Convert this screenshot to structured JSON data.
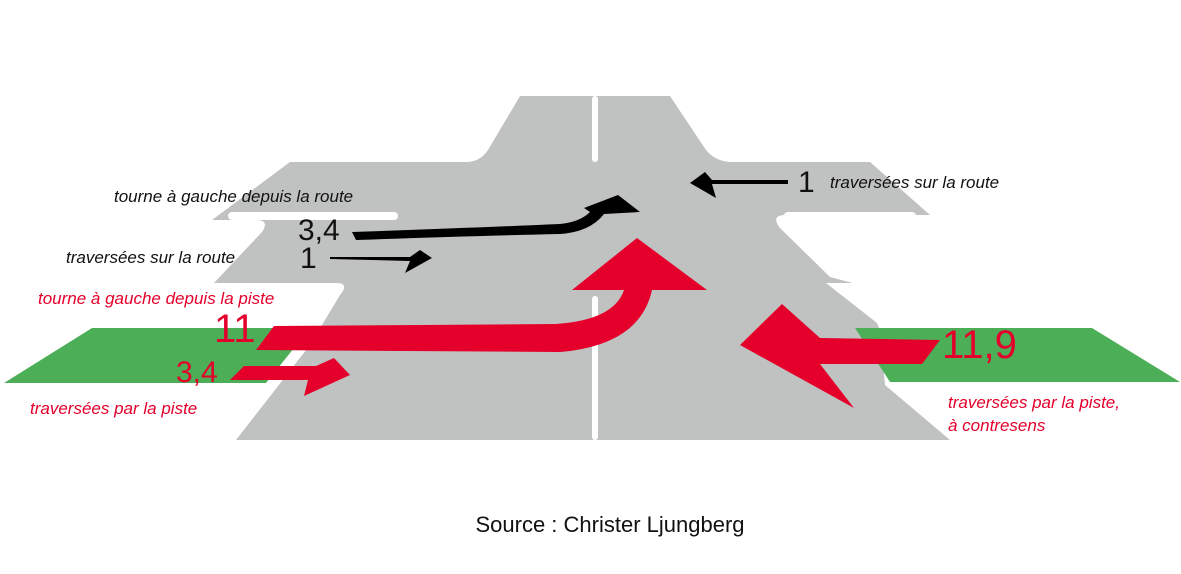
{
  "colors": {
    "road": "#c0c1c1",
    "bike_lane": "#4caf58",
    "red_arrow": "#e4002b",
    "black_arrow": "#000000",
    "lane_marking": "#ffffff"
  },
  "flows": {
    "road_left_turn": {
      "value": "3,4",
      "label": "tourne à gauche depuis la route"
    },
    "road_straight_west": {
      "value": "1",
      "label": "traversées sur la route"
    },
    "road_straight_east": {
      "value": "1",
      "label": "traversées sur la route"
    },
    "bike_left_turn": {
      "value": "11",
      "label": "tourne à gauche depuis la piste"
    },
    "bike_straight": {
      "value": "3,4",
      "label": "traversées par la piste"
    },
    "bike_contraflow": {
      "value": "11,9",
      "label_line1": "traversées par la piste,",
      "label_line2": "à contresens"
    }
  },
  "source": "Source : Christer Ljungberg"
}
